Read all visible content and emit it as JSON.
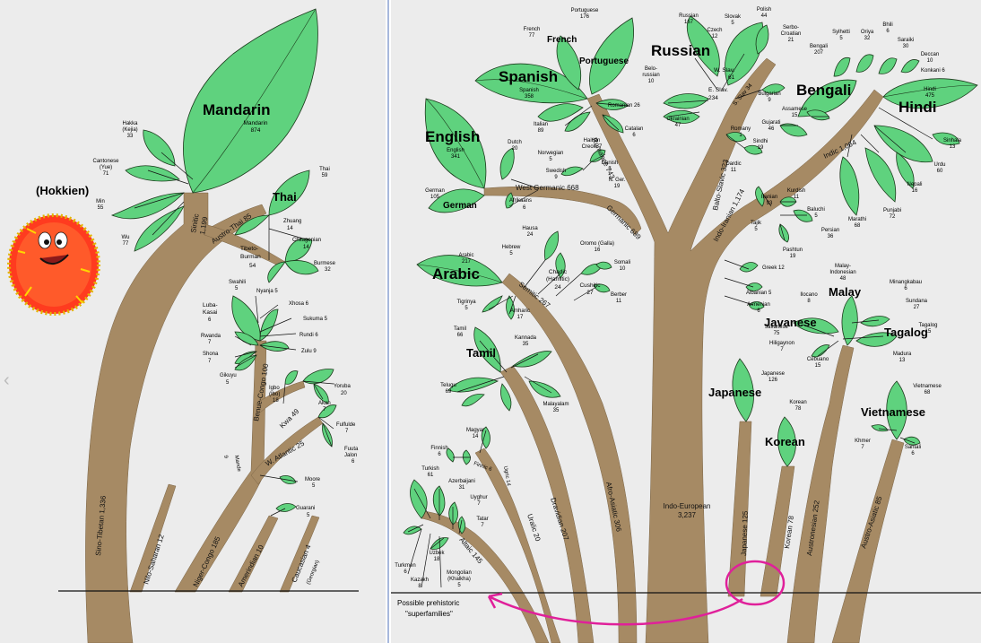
{
  "left_panel": {
    "hokkien_label": "(Hokkien)",
    "mandarin": {
      "name": "Mandarin",
      "sub": "Mandarin",
      "count": "874"
    },
    "hakka": {
      "name": "Hakka",
      "alt": "(Kejia)",
      "count": "33"
    },
    "cantonese": {
      "name": "Cantonese",
      "alt": "(Yue)",
      "count": "71"
    },
    "min": {
      "name": "Min",
      "count": "55"
    },
    "wu": {
      "name": "Wu",
      "count": "77"
    },
    "sinitic": {
      "name": "Sinitic",
      "count": "1,199"
    },
    "austro_thai": "Austro-Thai 85",
    "thai": {
      "name": "Thai",
      "top": "Thai",
      "count": "59"
    },
    "zhuang": {
      "name": "Zhuang",
      "count": "14"
    },
    "chitagonian": {
      "name": "Chitagonian",
      "count": "14"
    },
    "tibeto": {
      "name": "Tibeto-",
      "name2": "Burman",
      "count": "54"
    },
    "burmese": {
      "name": "Burmese",
      "count": "32"
    },
    "swahili": {
      "name": "Swahili",
      "count": "5"
    },
    "nyanja": "Nyanja 5",
    "xhosa": "Xhosa 6",
    "luba": {
      "name": "Luba-",
      "name2": "Kasai",
      "count": "6"
    },
    "sukuma": "Sukuma 5",
    "rwanda": {
      "name": "Rwanda",
      "count": "7"
    },
    "rundi": "Rundi 6",
    "zulu": "Zulu 9",
    "shona": {
      "name": "Shona",
      "count": "7"
    },
    "gikuyu": {
      "name": "Gikuyu",
      "count": "5"
    },
    "benue": "Benue-Congo 100",
    "igbo": {
      "name": "Igbo",
      "alt": "(Ibo)",
      "count": "18"
    },
    "yoruba": {
      "name": "Yoruba",
      "count": "20"
    },
    "akan": {
      "name": "Akan",
      "count": "7"
    },
    "kwa": "Kwa 49",
    "fulfulde": {
      "name": "Fulfulde",
      "count": "7"
    },
    "mande": "Mande",
    "mande_n": "9",
    "watlantic": "W. Atlantic 25",
    "fuuta": {
      "name": "Fuuta",
      "name2": "Jalon",
      "count": "6"
    },
    "moore": {
      "name": "Moore",
      "count": "5"
    },
    "sino_tibetan": "Sino-Tibetan 1,336",
    "nilo": "Nilo-Saharan 12",
    "niger": "Niger-Congo 185",
    "guarani": {
      "name": "Guarani",
      "count": "5"
    },
    "amerindian": "Amerindian 10",
    "caucasian": "Caucasian 4",
    "georgian": "(Georgian)"
  },
  "right_panel": {
    "portuguese_top": {
      "name": "Portuguese",
      "count": "176"
    },
    "french_top": {
      "name": "French",
      "count": "77"
    },
    "french": "French",
    "portuguese": "Portuguese",
    "spanish": {
      "name": "Spanish",
      "sub": "Spanish",
      "count": "358"
    },
    "english": {
      "name": "English",
      "sub": "English",
      "count": "341"
    },
    "italian": {
      "name": "Italian",
      "count": "89"
    },
    "dutch": {
      "name": "Dutch",
      "count": "20"
    },
    "haitian": {
      "name": "Haitian",
      "name2": "Creole 7"
    },
    "romanian": "Romanian 26",
    "catalan": {
      "name": "Catalan",
      "count": "6"
    },
    "norwegian": {
      "name": "Norwegian",
      "count": "5"
    },
    "swedish": {
      "name": "Swedish",
      "count": "9"
    },
    "danish": {
      "name": "Danish",
      "count": "5"
    },
    "nger": {
      "name": "N. Ger.",
      "count": "19"
    },
    "romance": "Romance 743",
    "german": {
      "name": "German",
      "count": "105"
    },
    "german_b": "German",
    "afrikaans": {
      "name": "Afrikaans",
      "count": "6"
    },
    "westgermanic": "West Germanic 668",
    "germanic": "Germanic 689",
    "russian": {
      "name": "Russian",
      "count": "167"
    },
    "slovak": {
      "name": "Slovak",
      "count": "5"
    },
    "polish": {
      "name": "Polish",
      "count": "44"
    },
    "czech": {
      "name": "Czech",
      "count": "12"
    },
    "serbo": {
      "name": "Serbo-",
      "name2": "Croatian",
      "count": "21"
    },
    "russian_big": "Russian",
    "belo": {
      "name": "Belo-",
      "name2": "russian",
      "count": "10"
    },
    "wslav": {
      "name": "W. Slav.",
      "count": "61"
    },
    "eslav": {
      "name": "E. Slav.",
      "count": "234"
    },
    "sslav": "S. Slav 34",
    "ukrainian": {
      "name": "Ukrainian",
      "count": "47"
    },
    "bulgarian": {
      "name": "Bulgarian",
      "count": "9"
    },
    "baltoslavic": "Balto-Slavic 323",
    "romany": {
      "name": "Romany",
      "count": "1"
    },
    "dardic": {
      "name": "Dardic",
      "count": "11"
    },
    "bengali": {
      "name": "Bengali",
      "count": "207"
    },
    "bengali_big": "Bengali",
    "sylhetti": {
      "name": "Sylhetti",
      "count": "5"
    },
    "oriya": {
      "name": "Oriya",
      "count": "32"
    },
    "bhili": {
      "name": "Bhili",
      "count": "6"
    },
    "saraiki": {
      "name": "Saraiki",
      "count": "30"
    },
    "deccan": {
      "name": "Deccan",
      "count": "10"
    },
    "konkani": "Konkani 6",
    "hindi": {
      "name": "Hindi",
      "sub": "Hindi",
      "count": "475"
    },
    "assamese": {
      "name": "Assamese",
      "count": "15"
    },
    "gujarati": {
      "name": "Gujarati",
      "count": "46"
    },
    "sindhi": {
      "name": "Sindhi",
      "count": "19"
    },
    "sinhala": {
      "name": "Sinhala",
      "count": "13"
    },
    "urdu": {
      "name": "Urdu",
      "count": "60"
    },
    "indic": "Indic 1,064",
    "nepali": {
      "name": "Nepali",
      "count": "16"
    },
    "punjabi": {
      "name": "Punjabi",
      "count": "72"
    },
    "marathi": {
      "name": "Marathi",
      "count": "68"
    },
    "indoiranian": "Indo-Iranian 1,174",
    "iranian": {
      "name": "Iranian",
      "count": "93"
    },
    "kurdish": {
      "name": "Kurdish",
      "count": "11"
    },
    "baluchi": {
      "name": "Baluchi",
      "count": "5"
    },
    "tajik": {
      "name": "Tajik",
      "count": "5"
    },
    "persian": {
      "name": "Persian",
      "count": "36"
    },
    "pashtun": {
      "name": "Pashtun",
      "count": "19"
    },
    "greek": "Greek 12",
    "albanian": "Albanian 5",
    "armenian": {
      "name": "Armenian",
      "count": "6"
    },
    "arabic": {
      "name": "Arabic",
      "sub": "Arabic",
      "count": "217"
    },
    "hausa": {
      "name": "Hausa",
      "count": "24"
    },
    "hebrew": {
      "name": "Hebrew",
      "count": "5"
    },
    "oromo": {
      "name": "Oromo (Galla)",
      "count": "16"
    },
    "somali": {
      "name": "Somali",
      "count": "10"
    },
    "chadic": {
      "name": "Chadic",
      "name2": "(Hamitic)",
      "count": "24"
    },
    "cushitic": {
      "name": "Cushitic",
      "count": "27"
    },
    "berber": {
      "name": "Berber",
      "count": "11"
    },
    "semitic": "Semitic 267",
    "tigrinya": {
      "name": "Tigrinya",
      "count": "5"
    },
    "amharic": {
      "name": "Amharic",
      "count": "17"
    },
    "tamil": {
      "name": "Tamil",
      "count": "66"
    },
    "tamil_big": "Tamil",
    "kannada": {
      "name": "Kannada",
      "count": "35"
    },
    "telugu": {
      "name": "Telugu",
      "count": "69"
    },
    "malayalam": {
      "name": "Malayalam",
      "count": "35"
    },
    "magyar": {
      "name": "Magyar",
      "count": "14"
    },
    "finnish": {
      "name": "Finnish",
      "count": "6"
    },
    "finnic": "Finnic 6",
    "ugric": "Ugric 14",
    "turkish": {
      "name": "Turkish",
      "count": "61"
    },
    "azerbaijani": {
      "name": "Azerbaijani",
      "count": "31"
    },
    "uyghur": {
      "name": "Uyghur",
      "count": "7"
    },
    "tatar": {
      "name": "Tatar",
      "count": "7"
    },
    "uzbek": {
      "name": "Uzbek",
      "count": "18"
    },
    "turkmen": {
      "name": "Turkmen",
      "count": "6"
    },
    "kazakh": {
      "name": "Kazakh",
      "count": "8"
    },
    "mongolian": {
      "name": "Mongolian",
      "name2": "(Khalkha)",
      "count": "5"
    },
    "altaic": "Altaic 145",
    "uralic": "Uralic 20",
    "dravidian": "Dravidian 207",
    "afroasiatic": "Afro-Asiatic 306",
    "indoeuropean": {
      "name": "Indo-European",
      "count": "3,237"
    },
    "japanese": {
      "name": "Japanese",
      "count": "126"
    },
    "japanese_big": "Japanese",
    "korean": {
      "name": "Korean",
      "count": "78"
    },
    "korean_big": "Korean",
    "japanese_trunk": "Japanese 125",
    "korean_trunk": "Korean 78",
    "austronesian": "Austronesian 252",
    "austroasiatic": "Austro-Asiatic 85",
    "malay": {
      "name": "Malay-",
      "name2": "Indonesian",
      "count": "48"
    },
    "minangkabau": {
      "name": "Minangkabau",
      "count": "6"
    },
    "malay_big": "Malay",
    "ilocano": {
      "name": "Ilocano",
      "count": "8"
    },
    "sundana": {
      "name": "Sundana",
      "count": "27"
    },
    "javanese": {
      "name": "Javanese",
      "count": "75"
    },
    "javanese_big": "Javanese",
    "tagalog": {
      "name": "Tagalog",
      "count": "15"
    },
    "tagalog_big": "Tagalog",
    "hiligaynon": {
      "name": "Hiligaynon",
      "count": "7"
    },
    "cebuano": {
      "name": "Cebuano",
      "count": "15"
    },
    "madura": {
      "name": "Madura",
      "count": "13"
    },
    "vietnamese": {
      "name": "Vietnamese",
      "count": "68"
    },
    "vietnamese_big": "Vietnamese",
    "khmer": {
      "name": "Khmer",
      "count": "7"
    },
    "santali": {
      "name": "Santali",
      "count": "6"
    },
    "prehistoric": "Possible prehistoric",
    "superfamilies": "\"superfamilies\""
  },
  "colors": {
    "leaf": "#5fd27e",
    "trunk": "#a68a64",
    "annotation": "#e0209a",
    "mascot": "#ff3b1f"
  }
}
